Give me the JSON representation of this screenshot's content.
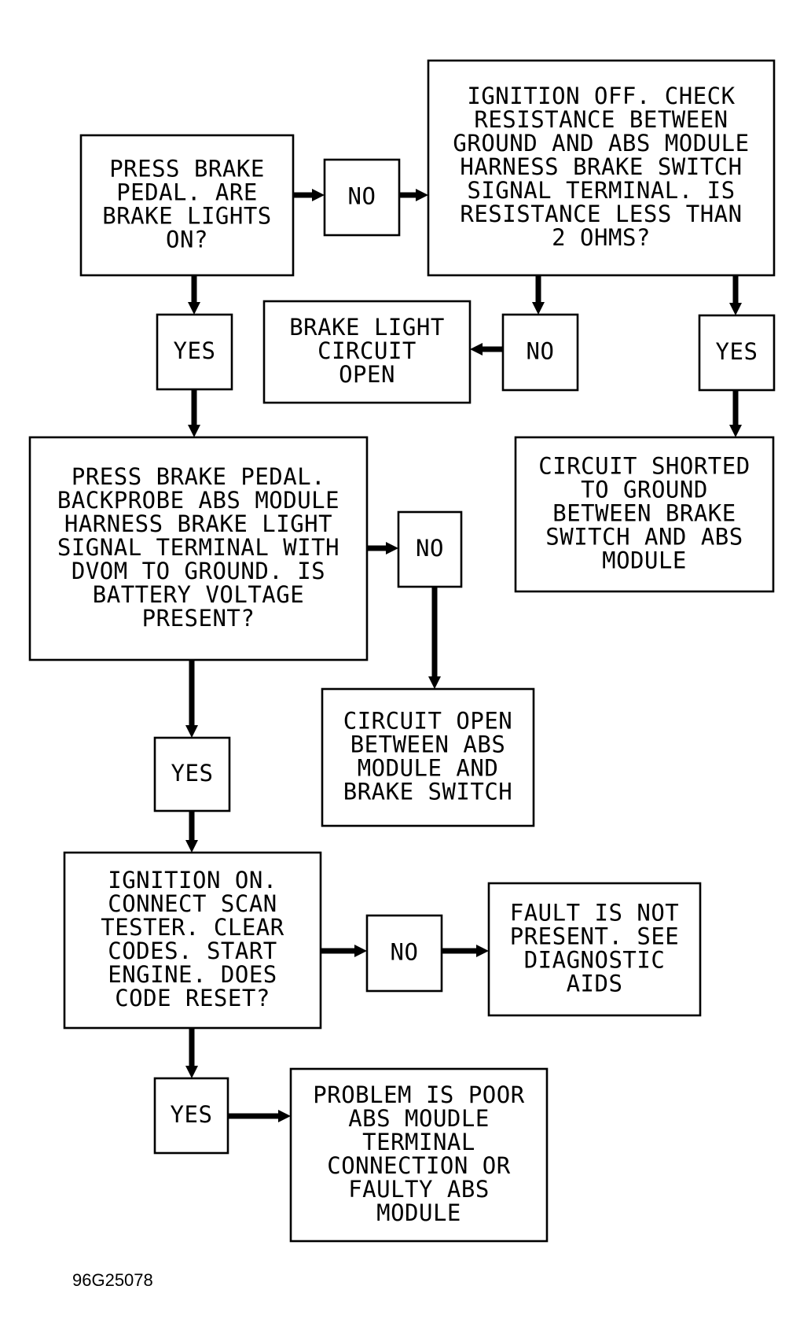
{
  "figure_id": "96G25078",
  "nodes": {
    "q_brake_lights": [
      "PRESS BRAKE",
      "PEDAL. ARE",
      "BRAKE LIGHTS",
      "ON?"
    ],
    "no_1": [
      "NO"
    ],
    "q_resistance": [
      "IGNITION OFF. CHECK",
      "RESISTANCE BETWEEN",
      "GROUND AND ABS MODULE",
      "HARNESS BRAKE SWITCH",
      "SIGNAL TERMINAL. IS",
      "RESISTANCE LESS THAN",
      "2 OHMS?"
    ],
    "yes_1": [
      "YES"
    ],
    "r_light_open": [
      "BRAKE LIGHT",
      "CIRCUIT",
      "OPEN"
    ],
    "no_2": [
      "NO"
    ],
    "yes_2": [
      "YES"
    ],
    "r_shorted": [
      "CIRCUIT SHORTED",
      "TO GROUND",
      "BETWEEN BRAKE",
      "SWITCH AND ABS",
      "MODULE"
    ],
    "q_voltage": [
      "PRESS BRAKE PEDAL.",
      "BACKPROBE ABS MODULE",
      "HARNESS BRAKE LIGHT",
      "SIGNAL TERMINAL WITH",
      "DVOM TO GROUND. IS",
      "BATTERY VOLTAGE",
      "PRESENT?"
    ],
    "no_3": [
      "NO"
    ],
    "r_circuit_open": [
      "CIRCUIT OPEN",
      "BETWEEN ABS",
      "MODULE AND",
      "BRAKE SWITCH"
    ],
    "yes_3": [
      "YES"
    ],
    "q_code_reset": [
      "IGNITION ON.",
      "CONNECT SCAN",
      "TESTER. CLEAR",
      "CODES. START",
      "ENGINE. DOES",
      "CODE RESET?"
    ],
    "no_4": [
      "NO"
    ],
    "r_not_present": [
      "FAULT IS NOT",
      "PRESENT. SEE",
      "DIAGNOSTIC",
      "AIDS"
    ],
    "yes_4": [
      "YES"
    ],
    "r_poor_conn": [
      "PROBLEM IS POOR",
      "ABS MOUDLE",
      "TERMINAL",
      "CONNECTION OR",
      "FAULTY ABS",
      "MODULE"
    ]
  },
  "edges": [
    {
      "from": "q_brake_lights",
      "to": "no_1"
    },
    {
      "from": "no_1",
      "to": "q_resistance"
    },
    {
      "from": "q_brake_lights",
      "to": "yes_1"
    },
    {
      "from": "q_resistance",
      "to": "no_2"
    },
    {
      "from": "no_2",
      "to": "r_light_open"
    },
    {
      "from": "q_resistance",
      "to": "yes_2"
    },
    {
      "from": "yes_2",
      "to": "r_shorted"
    },
    {
      "from": "yes_1",
      "to": "q_voltage"
    },
    {
      "from": "q_voltage",
      "to": "no_3"
    },
    {
      "from": "no_3",
      "to": "r_circuit_open"
    },
    {
      "from": "q_voltage",
      "to": "yes_3"
    },
    {
      "from": "yes_3",
      "to": "q_code_reset"
    },
    {
      "from": "q_code_reset",
      "to": "no_4"
    },
    {
      "from": "no_4",
      "to": "r_not_present"
    },
    {
      "from": "q_code_reset",
      "to": "yes_4"
    },
    {
      "from": "yes_4",
      "to": "r_poor_conn"
    }
  ]
}
